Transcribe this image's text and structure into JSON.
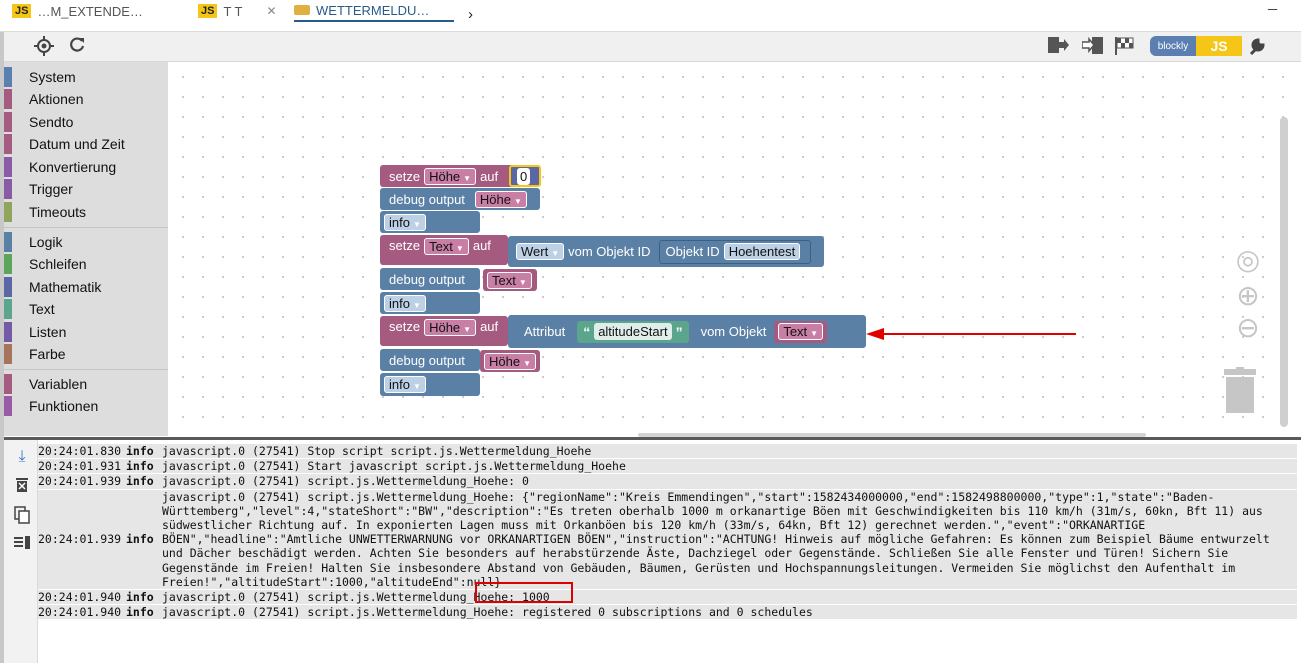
{
  "tabs": [
    {
      "label": "…M_EXTENDE…",
      "badge": "JS",
      "active": false
    },
    {
      "label": "T T",
      "badge": "JS",
      "active": false
    },
    {
      "label": "WETTERMELDU…",
      "badge": "",
      "active": true
    }
  ],
  "toolbar": {
    "switch_blockly": "blockly",
    "switch_js": "JS"
  },
  "categories": {
    "group1": [
      "System",
      "Aktionen",
      "Sendto",
      "Datum und Zeit",
      "Konvertierung",
      "Trigger",
      "Timeouts"
    ],
    "group2": [
      "Logik",
      "Schleifen",
      "Mathematik",
      "Text",
      "Listen",
      "Farbe"
    ],
    "group3": [
      "Variablen",
      "Funktionen"
    ]
  },
  "category_colors": {
    "System": "#5a7fb0",
    "Aktionen": "#a55b80",
    "Sendto": "#a55b80",
    "Datum und Zeit": "#a55b80",
    "Konvertierung": "#8a5ba5",
    "Trigger": "#8a5ba5",
    "Timeouts": "#8fa55b",
    "Logik": "#5b80a5",
    "Schleifen": "#5ba55b",
    "Mathematik": "#5b67a5",
    "Text": "#5ba58c",
    "Listen": "#745ba5",
    "Farbe": "#a5745b",
    "Variablen": "#a55b80",
    "Funktionen": "#995ba5"
  },
  "blocks": {
    "b1_set": "setze",
    "b1_var": "Höhe",
    "b1_to": "auf",
    "b1_value": "0",
    "b2_debug": "debug output",
    "b2_var": "Höhe",
    "b2_level": "info",
    "b3_set": "setze",
    "b3_var": "Text",
    "b3_to": "auf",
    "b3_attr": "Wert",
    "b3_from": "vom Objekt ID",
    "b3_objid": "Objekt ID",
    "b3_objname": "Hoehentest",
    "b4_debug": "debug output",
    "b4_var": "Text",
    "b4_level": "info",
    "b5_set": "setze",
    "b5_var": "Höhe",
    "b5_to": "auf",
    "b5_attr": "Attribut",
    "b5_str": "altitudeStart",
    "b5_from": "vom Objekt",
    "b5_obj": "Text",
    "b6_debug": "debug output",
    "b6_var": "Höhe",
    "b6_level": "info"
  },
  "log": [
    {
      "time": "20:24:01.830",
      "sev": "info",
      "msg": "javascript.0 (27541) Stop script script.js.Wettermeldung_Hoehe"
    },
    {
      "time": "20:24:01.931",
      "sev": "info",
      "msg": "javascript.0 (27541) Start javascript script.js.Wettermeldung_Hoehe"
    },
    {
      "time": "20:24:01.939",
      "sev": "info",
      "msg": "javascript.0 (27541) script.js.Wettermeldung_Hoehe: 0"
    },
    {
      "time": "20:24:01.939",
      "sev": "info",
      "msg": "javascript.0 (27541) script.js.Wettermeldung_Hoehe: {\"regionName\":\"Kreis Emmendingen\",\"start\":1582434000000,\"end\":1582498800000,\"type\":1,\"state\":\"Baden-Württemberg\",\"level\":4,\"stateShort\":\"BW\",\"description\":\"Es treten oberhalb 1000 m orkanartige Böen mit Geschwindigkeiten bis 110 km/h (31m/s, 60kn, Bft 11) aus südwestlicher Richtung auf. In exponierten Lagen muss mit Orkanböen bis 120 km/h (33m/s, 64kn, Bft 12) gerechnet werden.\",\"event\":\"ORKANARTIGE BÖEN\",\"headline\":\"Amtliche UNWETTERWARNUNG vor ORKANARTIGEN BÖEN\",\"instruction\":\"ACHTUNG! Hinweis auf mögliche Gefahren: Es können zum Beispiel Bäume entwurzelt und Dächer beschädigt werden. Achten Sie besonders auf herabstürzende Äste, Dachziegel oder Gegenstände. Schließen Sie alle Fenster und Türen! Sichern Sie Gegenstände im Freien! Halten Sie insbesondere Abstand von Gebäuden, Bäumen, Gerüsten und Hochspannungsleitungen. Vermeiden Sie möglichst den Aufenthalt im Freien!\",\"altitudeStart\":1000,\"altitudeEnd\":null}"
    },
    {
      "time": "20:24:01.940",
      "sev": "info",
      "msg": "javascript.0 (27541) script.js.Wettermeldung_Hoehe: 1000"
    },
    {
      "time": "20:24:01.940",
      "sev": "info",
      "msg": "javascript.0 (27541) script.js.Wettermeldung_Hoehe: registered 0 subscriptions and 0 schedules"
    }
  ],
  "annotation_color": "#e00000"
}
